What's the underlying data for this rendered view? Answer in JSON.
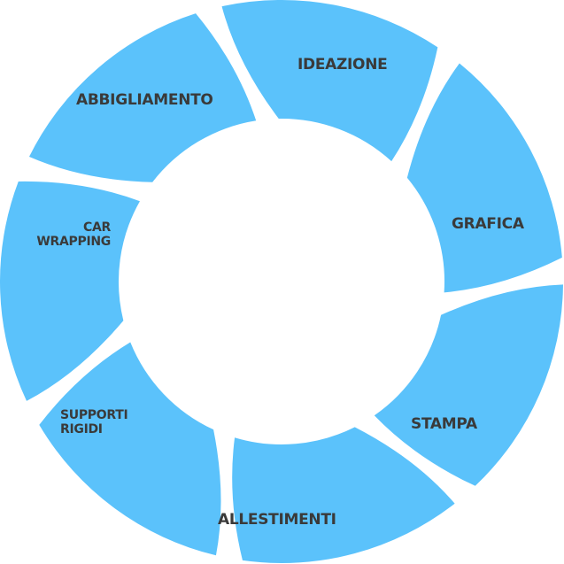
{
  "colors": {
    "segment": "#5bc2fb",
    "segment_top": "#4fb0e6",
    "text": "#3a3a3a"
  },
  "segments": [
    {
      "label": "IDEAZIONE"
    },
    {
      "label": "GRAFICA"
    },
    {
      "label": "STAMPA"
    },
    {
      "label": "ALLESTIMENTI"
    },
    {
      "label": "SUPPORTI\nRIGIDI",
      "line1": "SUPPORTI",
      "line2": "RIGIDI"
    },
    {
      "label": "CAR\nWRAPPING",
      "line1": "CAR",
      "line2": "WRAPPING"
    },
    {
      "label": "ABBIGLIAMENTO"
    }
  ]
}
